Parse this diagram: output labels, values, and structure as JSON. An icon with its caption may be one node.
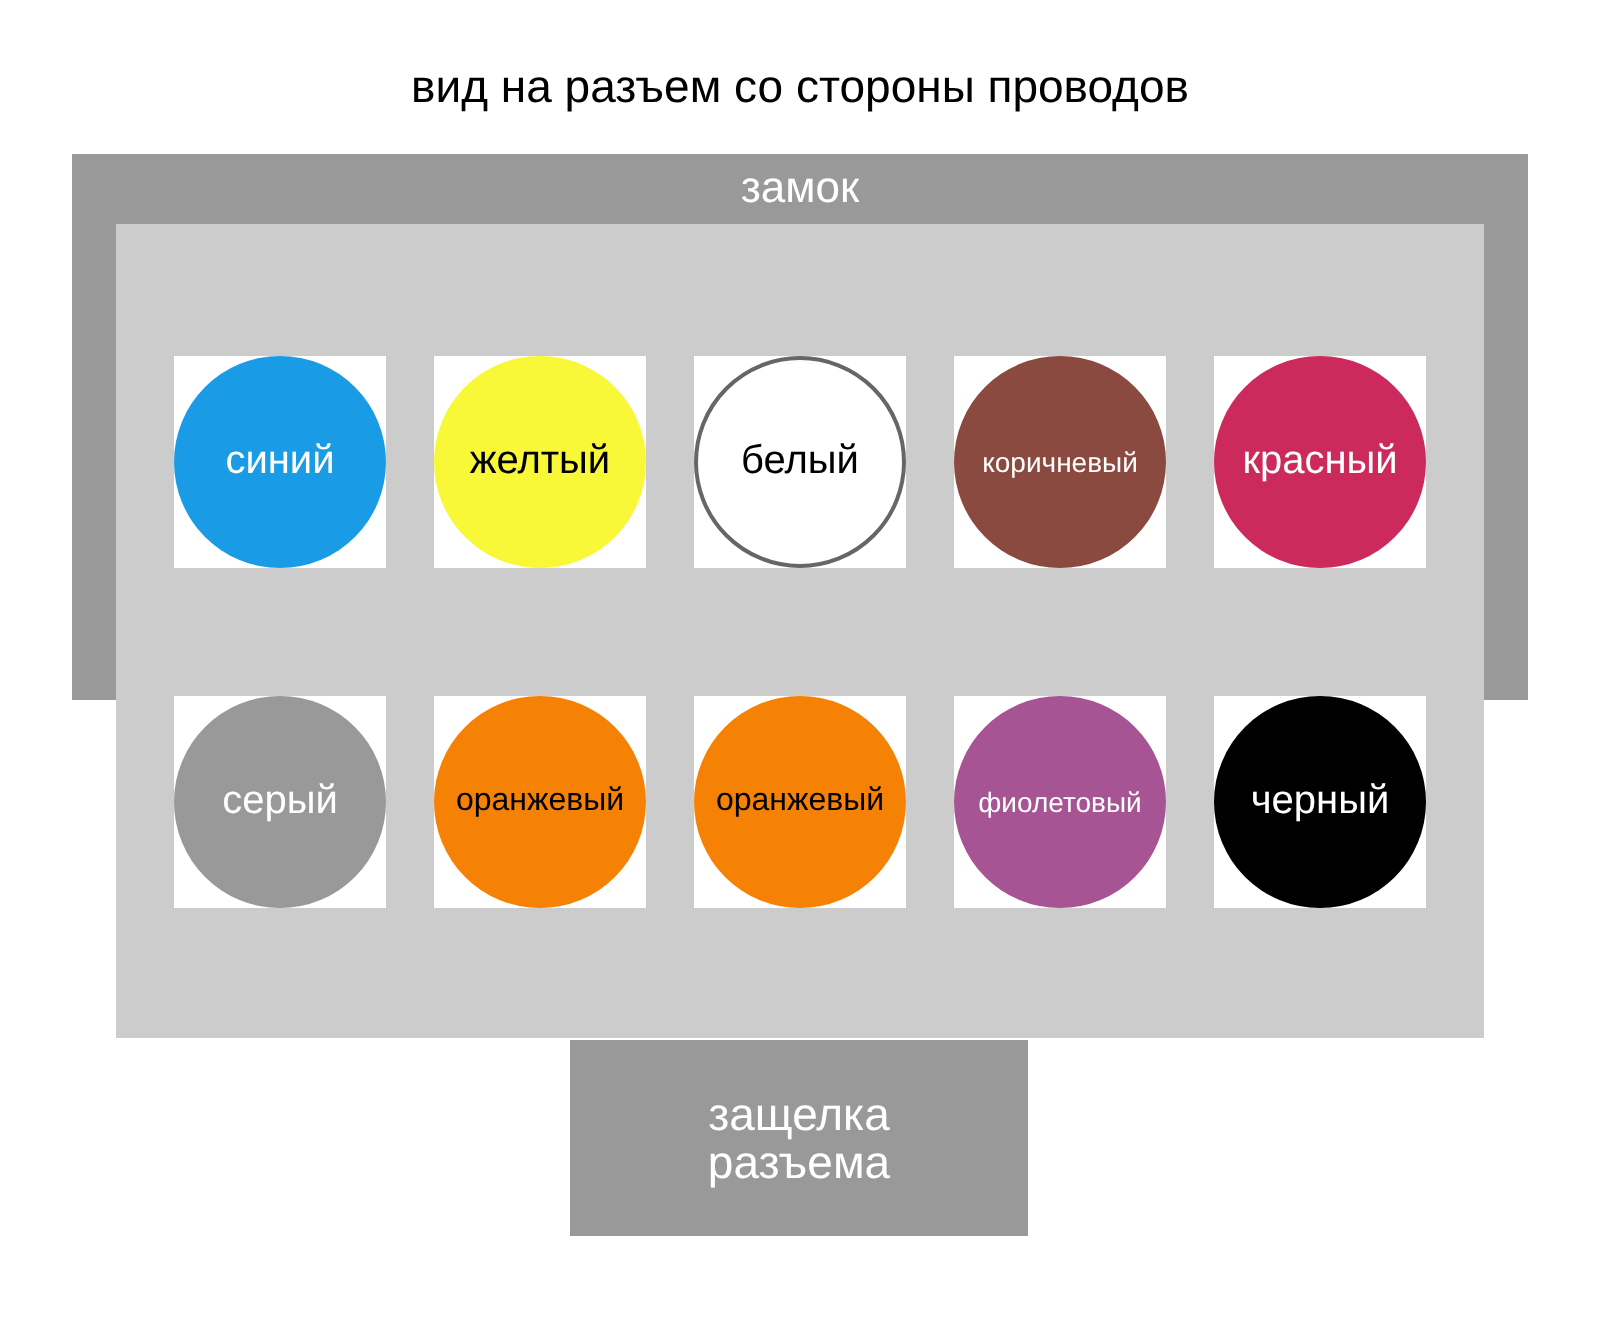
{
  "diagram": {
    "title": "вид на разъем со стороны проводов",
    "nodes": [
      {
        "text": [
          "замок"
        ]
      },
      {
        "text": [],
        "shape": "box"
      },
      {
        "text": [
          "синий"
        ],
        "in": 1
      },
      {
        "text": [
          "желтый"
        ],
        "in": 1
      },
      {
        "text": [
          "белый"
        ],
        "in": 1
      },
      {
        "text": [
          "коричневый"
        ],
        "in": 1
      },
      {
        "text": [
          "красный"
        ],
        "in": 1
      },
      {
        "text": [
          "серый"
        ],
        "in": 1
      },
      {
        "text": [
          "оранжевый"
        ],
        "in": 1
      },
      {
        "text": [
          "оранжевый"
        ],
        "in": 1
      },
      {
        "text": [
          "фиолетовый"
        ],
        "in": 1
      },
      {
        "text": [
          "черный"
        ],
        "in": 1
      },
      {
        "text": [
          "защелка разъема"
        ]
      }
    ],
    "edges": []
  }
}
